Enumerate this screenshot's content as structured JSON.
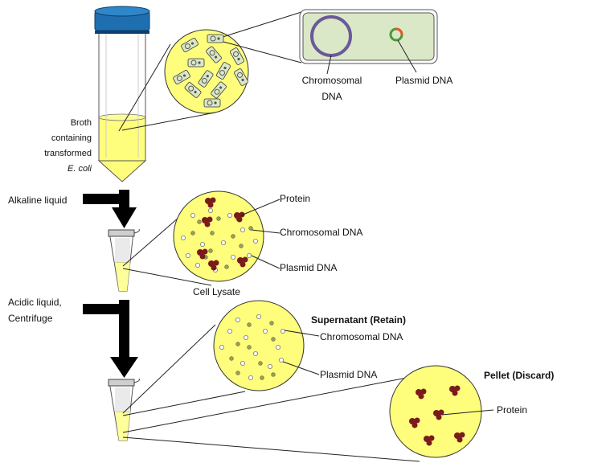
{
  "labels": {
    "chromosomal_dna_top_line1": "Chromosomal",
    "chromosomal_dna_top_line2": "DNA",
    "plasmid_dna_top": "Plasmid DNA",
    "broth_line1": "Broth",
    "broth_line2": "containing",
    "broth_line3": "transformed",
    "broth_line4": "E. coli",
    "alkaline_liquid": "Alkaline liquid",
    "protein_mid": "Protein",
    "chromosomal_dna_mid": "Chromosomal DNA",
    "plasmid_dna_mid": "Plasmid DNA",
    "cell_lysate": "Cell Lysate",
    "acidic_line1": "Acidic liquid,",
    "acidic_line2": "Centrifuge",
    "supernatant": "Supernatant (Retain)",
    "chromosomal_dna_sup": "Chromosomal DNA",
    "plasmid_dna_sup": "Plasmid DNA",
    "pellet": "Pellet (Discard)",
    "protein_pellet": "Protein"
  },
  "colors": {
    "broth_yellow": "#fefe7c",
    "cap_blue": "#1e6fb0",
    "cell_green": "#dbe8c7",
    "chromosome_purple": "#6a5a9a",
    "protein_brown": "#7a1a1a",
    "plasmid_dot": "#9aa05a"
  }
}
